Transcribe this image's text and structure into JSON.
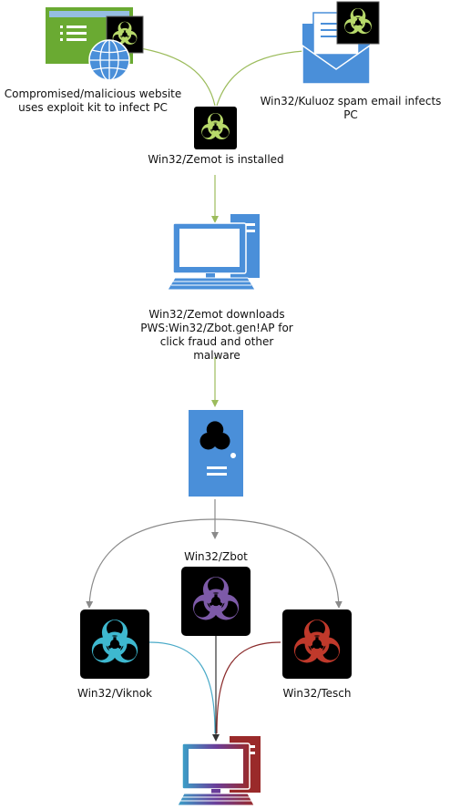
{
  "labels": {
    "website": "Compromised/malicious website uses exploit kit to infect PC",
    "spam": "Win32/Kuluoz spam email infects PC",
    "zemot_installed": "Win32/Zemot is installed",
    "zemot_downloads": "Win32/Zemot downloads PWS:Win32/Zbot.gen!AP for click fraud and other malware",
    "zbot": "Win32/Zbot",
    "viknok": "Win32/Viknok",
    "tesch": "Win32/Tesch"
  },
  "icons": {
    "website": "website-window-globe-icon",
    "spam": "email-envelope-icon",
    "biohazard": "biohazard-icon",
    "pc": "desktop-computer-icon",
    "server": "server-tower-icon"
  },
  "colors": {
    "green_arrow": "#9cbc5c",
    "gray_arrow": "#8a8a8a",
    "blue_device": "#4a8fd9",
    "website_green": "#6aaa32",
    "hazard_green": "#b7d96a",
    "hazard_purple": "#7d5aa8",
    "hazard_cyan": "#3eb8cf",
    "hazard_red": "#c0392b",
    "viknok_line": "#4aaac8",
    "tesch_line": "#8a2a2a",
    "zbot_line": "#333333"
  }
}
